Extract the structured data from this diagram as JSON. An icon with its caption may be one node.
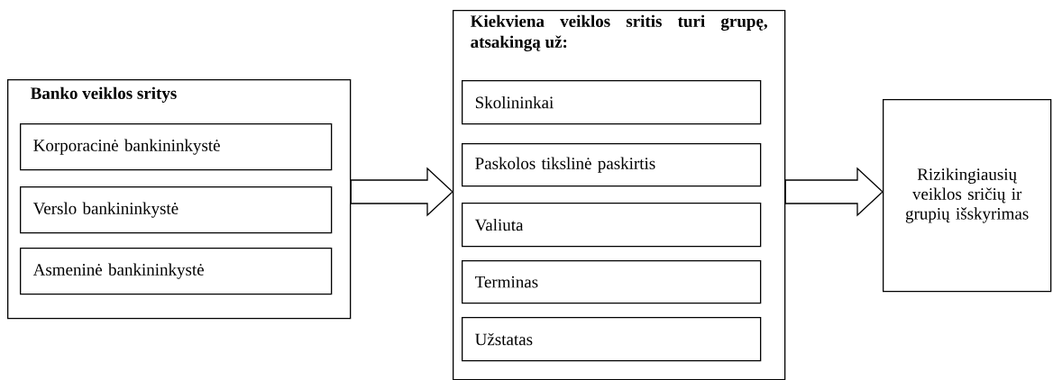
{
  "diagram": {
    "nodes": [
      {
        "text": [
          "Banko veiklos sritys"
        ]
      },
      {
        "text": [
          "Korporacinė bankininkystė"
        ],
        "in": 0
      },
      {
        "text": [
          "Verslo bankininkystė"
        ],
        "in": 0
      },
      {
        "text": [
          "Asmeninė bankininkystė"
        ],
        "in": 0
      },
      {
        "text": [
          "Kiekviena veiklos sritis turi grupę, atsakingą už:"
        ]
      },
      {
        "text": [
          "Skolininkai"
        ],
        "in": 4
      },
      {
        "text": [
          "Paskolos tikslinė paskirtis"
        ],
        "in": 4
      },
      {
        "text": [
          "Valiuta"
        ],
        "in": 4
      },
      {
        "text": [
          "Terminas"
        ],
        "in": 4
      },
      {
        "text": [
          "Užstatas"
        ],
        "in": 4
      },
      {
        "text": [
          "Rizikingiausių veiklos sričių ir grupių išskyrimas"
        ]
      }
    ],
    "edges": [
      {
        "from": 0,
        "to": 4,
        "arrow": "to"
      },
      {
        "from": 4,
        "to": 10,
        "arrow": "to"
      }
    ]
  }
}
